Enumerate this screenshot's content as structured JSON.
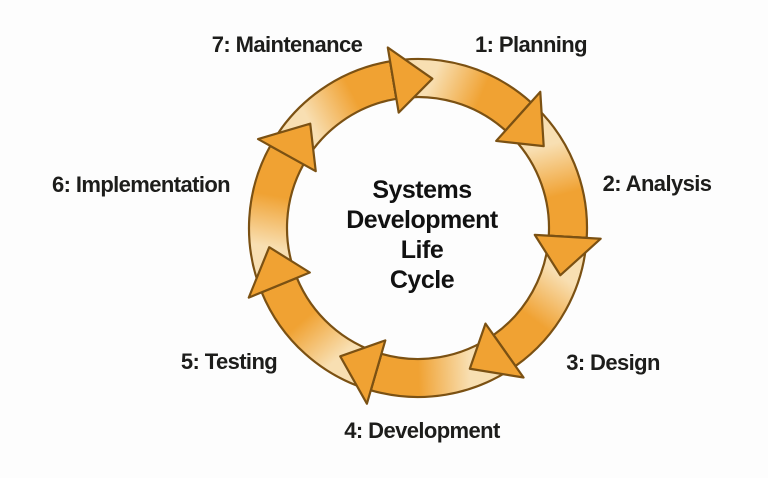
{
  "diagram": {
    "type": "cycle",
    "center_title": "Systems Development Life Cycle",
    "center_title_lines": [
      "Systems",
      "Development",
      "Life",
      "Cycle"
    ],
    "stages": [
      {
        "number": "1",
        "name": "Planning",
        "label": "1: Planning"
      },
      {
        "number": "2",
        "name": "Analysis",
        "label": "2: Analysis"
      },
      {
        "number": "3",
        "name": "Design",
        "label": "3: Design"
      },
      {
        "number": "4",
        "name": "Development",
        "label": "4: Development"
      },
      {
        "number": "5",
        "name": "Testing",
        "label": "5: Testing"
      },
      {
        "number": "6",
        "name": "Implementation",
        "label": "6: Implementation"
      },
      {
        "number": "7",
        "name": "Maintenance",
        "label": "7: Maintenance"
      }
    ],
    "colors": {
      "arrow_fill": "#F0A233",
      "arrow_tail_fill": "#F8DFB2",
      "arrow_outline": "#7B5113",
      "center_text": "#111111",
      "label_text": "#1d1d1b",
      "background": "#FDFDFD"
    }
  }
}
